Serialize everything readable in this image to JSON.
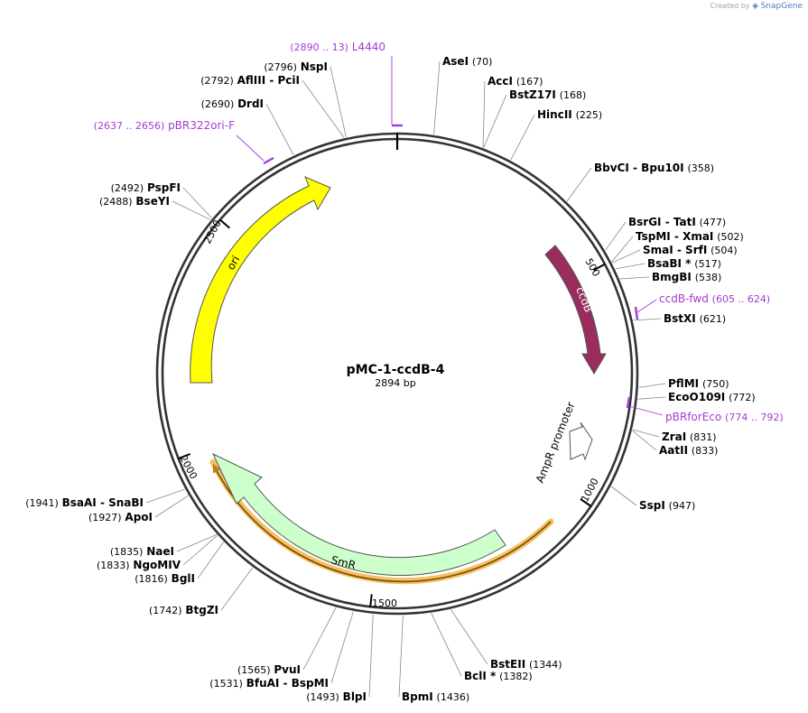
{
  "plasmid": {
    "name": "pMC-1-ccdB-4",
    "size_label": "2894 bp",
    "length": 2894
  },
  "credit": {
    "prefix": "Created by",
    "brand": "SnapGene"
  },
  "colors": {
    "ori": "#ffff00",
    "ccdB": "#9b2c5e",
    "SmR": "#ccffcc",
    "AmpR_promoter": "#ffffff",
    "AmpR_frame": "#f5c064",
    "primer": "#a43bd6",
    "backbone": "#333333"
  },
  "scale_ticks": [
    {
      "label": "500",
      "bp": 500
    },
    {
      "label": "1000",
      "bp": 1000
    },
    {
      "label": "1500",
      "bp": 1500
    },
    {
      "label": "2000",
      "bp": 2000
    },
    {
      "label": "2500",
      "bp": 2500
    }
  ],
  "features": [
    {
      "name": "ori",
      "color": "#ffff00",
      "text_color": "#000000"
    },
    {
      "name": "ccdB",
      "color": "#9b2c5e",
      "text_color": "#ffffff"
    },
    {
      "name": "AmpR promoter",
      "color": "#ffffff",
      "text_color": "#000000"
    },
    {
      "name": "SmR",
      "color": "#ccffcc",
      "text_color": "#000000"
    }
  ],
  "sites": [
    {
      "id": "asei",
      "name": "AseI",
      "pos": "(70)",
      "bp": 70
    },
    {
      "id": "acci",
      "name": "AccI",
      "pos": "(167)",
      "bp": 167
    },
    {
      "id": "bstz17i",
      "name": "BstZ17I",
      "pos": "(168)",
      "bp": 168
    },
    {
      "id": "hincii",
      "name": "HincII",
      "pos": "(225)",
      "bp": 225
    },
    {
      "id": "bbvci",
      "name": "BbvCI  - Bpu10I",
      "pos": "(358)",
      "bp": 358
    },
    {
      "id": "bsrgi",
      "name": "BsrGI  - TatI",
      "pos": "(477)",
      "bp": 477
    },
    {
      "id": "tspmi",
      "name": "TspMI  - XmaI",
      "pos": "(502)",
      "bp": 502
    },
    {
      "id": "smai",
      "name": "SmaI  - SrfI",
      "pos": "(504)",
      "bp": 504
    },
    {
      "id": "bsabi",
      "name": "BsaBI *",
      "pos": "(517)",
      "bp": 517
    },
    {
      "id": "bmgbi",
      "name": "BmgBI",
      "pos": "(538)",
      "bp": 538
    },
    {
      "id": "bstxi",
      "name": "BstXI",
      "pos": "(621)",
      "bp": 621
    },
    {
      "id": "pflmi",
      "name": "PflMI",
      "pos": "(750)",
      "bp": 750
    },
    {
      "id": "eco0109i",
      "name": "EcoO109I",
      "pos": "(772)",
      "bp": 772
    },
    {
      "id": "zrai",
      "name": "ZraI",
      "pos": "(831)",
      "bp": 831
    },
    {
      "id": "aatii",
      "name": "AatII",
      "pos": "(833)",
      "bp": 833
    },
    {
      "id": "sspi",
      "name": "SspI",
      "pos": "(947)",
      "bp": 947
    },
    {
      "id": "bsteii",
      "name": "BstEII",
      "pos": "(1344)",
      "bp": 1344
    },
    {
      "id": "bcli",
      "name": "BclI *",
      "pos": "(1382)",
      "bp": 1382
    },
    {
      "id": "bpmi",
      "name": "BpmI",
      "pos": "(1436)",
      "bp": 1436
    },
    {
      "id": "blpi",
      "name": "BlpI",
      "pos": "(1493)",
      "bp": 1493
    },
    {
      "id": "bfuai",
      "name": "BfuAI  - BspMI",
      "pos": "(1531)",
      "bp": 1531
    },
    {
      "id": "pvui",
      "name": "PvuI",
      "pos": "(1565)",
      "bp": 1565
    },
    {
      "id": "btgzi",
      "name": "BtgZI",
      "pos": "(1742)",
      "bp": 1742
    },
    {
      "id": "bgli",
      "name": "BglI",
      "pos": "(1816)",
      "bp": 1816
    },
    {
      "id": "ngomiv",
      "name": "NgoMIV",
      "pos": "(1833)",
      "bp": 1833
    },
    {
      "id": "naei",
      "name": "NaeI",
      "pos": "(1835)",
      "bp": 1835
    },
    {
      "id": "apoi",
      "name": "ApoI",
      "pos": "(1927)",
      "bp": 1927
    },
    {
      "id": "bsaai",
      "name": "BsaAI  - SnaBI",
      "pos": "(1941)",
      "bp": 1941
    },
    {
      "id": "bseyi",
      "name": "BseYI",
      "pos": "(2488)",
      "bp": 2488
    },
    {
      "id": "pspfi",
      "name": "PspFI",
      "pos": "(2492)",
      "bp": 2492
    },
    {
      "id": "drdi",
      "name": "DrdI",
      "pos": "(2690)",
      "bp": 2690
    },
    {
      "id": "afliii",
      "name": "AflIII  - PciI",
      "pos": "(2792)",
      "bp": 2792
    },
    {
      "id": "nspi",
      "name": "NspI",
      "pos": "(2796)",
      "bp": 2796
    }
  ],
  "primers": [
    {
      "id": "l4440",
      "name": "L4440",
      "pos": "(2890 .. 13)",
      "start": 2890,
      "end": 13
    },
    {
      "id": "ccdbfwd",
      "name": "ccdB-fwd",
      "pos": "(605 .. 624)",
      "start": 605,
      "end": 624
    },
    {
      "id": "pbrforeco",
      "name": "pBRforEco",
      "pos": "(774 .. 792)",
      "start": 774,
      "end": 792
    },
    {
      "id": "pbr322ori",
      "name": "pBR322ori-F",
      "pos": "(2637 .. 2656)",
      "start": 2637,
      "end": 2656
    }
  ]
}
